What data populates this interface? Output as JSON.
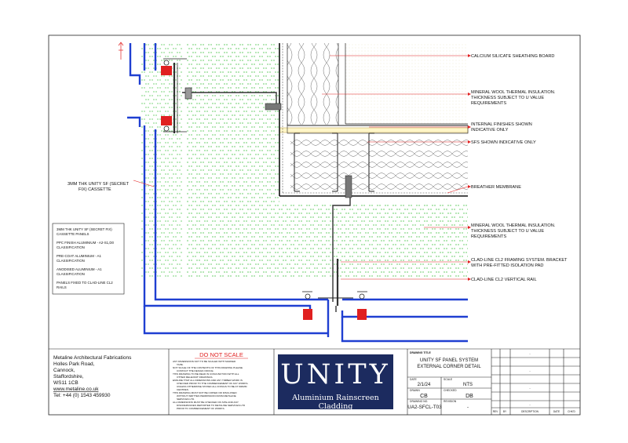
{
  "labels": {
    "calcium": "CALCIUM SILICATE SHEATHING BOARD",
    "wool1_a": "MINERAL WOOL THERMAL INSULATION.",
    "wool1_b": "THICKNESS SUBJECT TO U VALUE",
    "wool1_c": "REQUIREMENTS",
    "finishes_a": "INTERNAL FINISHES SHOWN",
    "finishes_b": "INDICATIVE ONLY",
    "sfs": "SFS SHOWN INDICATIVE ONLY",
    "breather": "BREATHER MEMBRANE",
    "wool2_a": "MINERAL WOOL THERMAL INSULATION.",
    "wool2_b": "THICKNESS SUBJECT TO U VALUE",
    "wool2_c": "REQUIREMENTS",
    "framing_a": "CLAD-LINE CL2 FRAMING SYSTEM. BRACKET",
    "framing_b": "WITH PRE-FITTED ISOLATION PAD",
    "rail": "CLAD-LINE CL2 VERTICAL RAIL",
    "cassette_a": "3MM THK UNITY SF (SECRET",
    "cassette_b": "FIX) CASSETTE"
  },
  "spec_box": {
    "p1a": "3MM THK UNITY SF (SECRET FIX)",
    "p1b": "CASSETTE PANELS",
    "p2a": "PPC FINISH ALUMINIUM - A2-S1,D0",
    "p2b": "CLASSIFICATION",
    "p3a": "PRE-COAT ALUMINIUM - A1",
    "p3b": "CLASSIFICATION",
    "p4a": "ANODISED ALUMINIUM - A1",
    "p4b": "CLASSIFICATION",
    "p5a": "PANELS FIXED TO CLAD-LINE CL2",
    "p5b": "RAILS"
  },
  "company": {
    "name": "Metaline Architectural Fabrications",
    "addr1": "Holles Park Road,",
    "addr2": "Cannock,",
    "addr3": "Staffordshire,",
    "postcode": "WS11 1CB",
    "website": "www.metaline.co.uk",
    "tel": "Tel: +44 (0) 1543 459930"
  },
  "notes": {
    "heading": "DO NOT SCALE",
    "n1": "ANY DIMENSIONS NOT TO BE SCALED WITH MARKED",
    "n1b": "TAPE.",
    "n2": "NOT SCALE OF THE CONTENTS OF THIS DRAWING PLEASE",
    "n2b": "CONTACT THE DESIGN OFFICE.",
    "n3": "THIS DRAWING TO BE READ IN CONJUNCTION WITH ALL",
    "n3b": "OTHER RELEVANT DRAWINGS.",
    "n4": "ENSURE THAT ALL DIMENSIONS AND ANY TIMBER WORK IS",
    "n4b": "CHECKED PRIOR TO THE COMMENCEMENT OF ANY WORKS.",
    "n4c": "UNLESS OTHERWISE STATED ALL FIXINGS TO BE AT 600MM",
    "n4d": "CENTRES.",
    "n5": "THIS DRAWING MUST NOT BE COPIED OR DISCLOSED",
    "n5b": "WITHOUT WRITTEN PERMISSION FROM METALINE",
    "n5c": "SERVICES LTD.",
    "n6": "ALL DIMENSIONS MUST BE CHECKED ON SITE AND ANY",
    "n6b": "DISCREPANCIES REPORTED TO METALINE SERVICES LTD",
    "n6c": "PRIOR TO COMMENCEMENT OF WORKS."
  },
  "logo": {
    "word": "UNITY",
    "tagline": "Aluminium Rainscreen Cladding"
  },
  "title_block": {
    "drawing_title_label": "DRAWING TITLE",
    "title1": "UNITY SF PANEL SYSTEM",
    "title2": "EXTERNAL CORNER DETAIL",
    "date_label": "DATE",
    "date": "2/1/24",
    "scale_label": "SCALE",
    "scale": "NTS",
    "drawn_label": "DRAWN",
    "drawn": "CB",
    "checked_label": "CHECKED",
    "checked": "DB",
    "drawing_no_label": "DRAWING NO.",
    "drawing_no": "UA2-SFCL-T03",
    "revision_label": "REVISION",
    "revision": "-",
    "rev_col": "REV",
    "by_col": "BY",
    "description_col": "DESCRIPTION",
    "date_col": "DATE",
    "chkd_col": "CHK'D",
    "dash": "-"
  },
  "colors": {
    "panel": "#1f3fd1",
    "insulation_green": "#3fbf3f",
    "leader": "#e02020",
    "bracket_red": "#e02020",
    "logo_bg": "#1c2b5f"
  }
}
